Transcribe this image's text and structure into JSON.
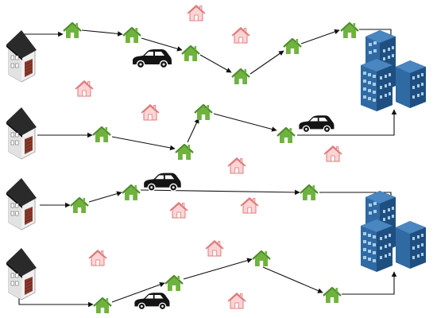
{
  "diagram": {
    "colors": {
      "background": "#ffffff",
      "arrow": "#111111",
      "visited_house": "#6fb33f",
      "visited_house_dark": "#4f8c2a",
      "unvisited_house_fill": "#fbd5d5",
      "unvisited_house_stroke": "#e07a7a",
      "origin_wall": "#efefef",
      "origin_roof": "#2a2a2a",
      "origin_door": "#8a3b2e",
      "building_front": "#2f6aa3",
      "building_side": "#1f4f80",
      "building_window": "#a9cdea",
      "car": "#141414"
    },
    "icons": {
      "origin": "origin-home-icon",
      "visited": "visited-house-icon",
      "unvisited": "unvisited-house-icon",
      "vehicle": "car-icon",
      "destination": "office-buildings-icon"
    },
    "origins": 4,
    "destinations": 2,
    "routes": 4
  }
}
